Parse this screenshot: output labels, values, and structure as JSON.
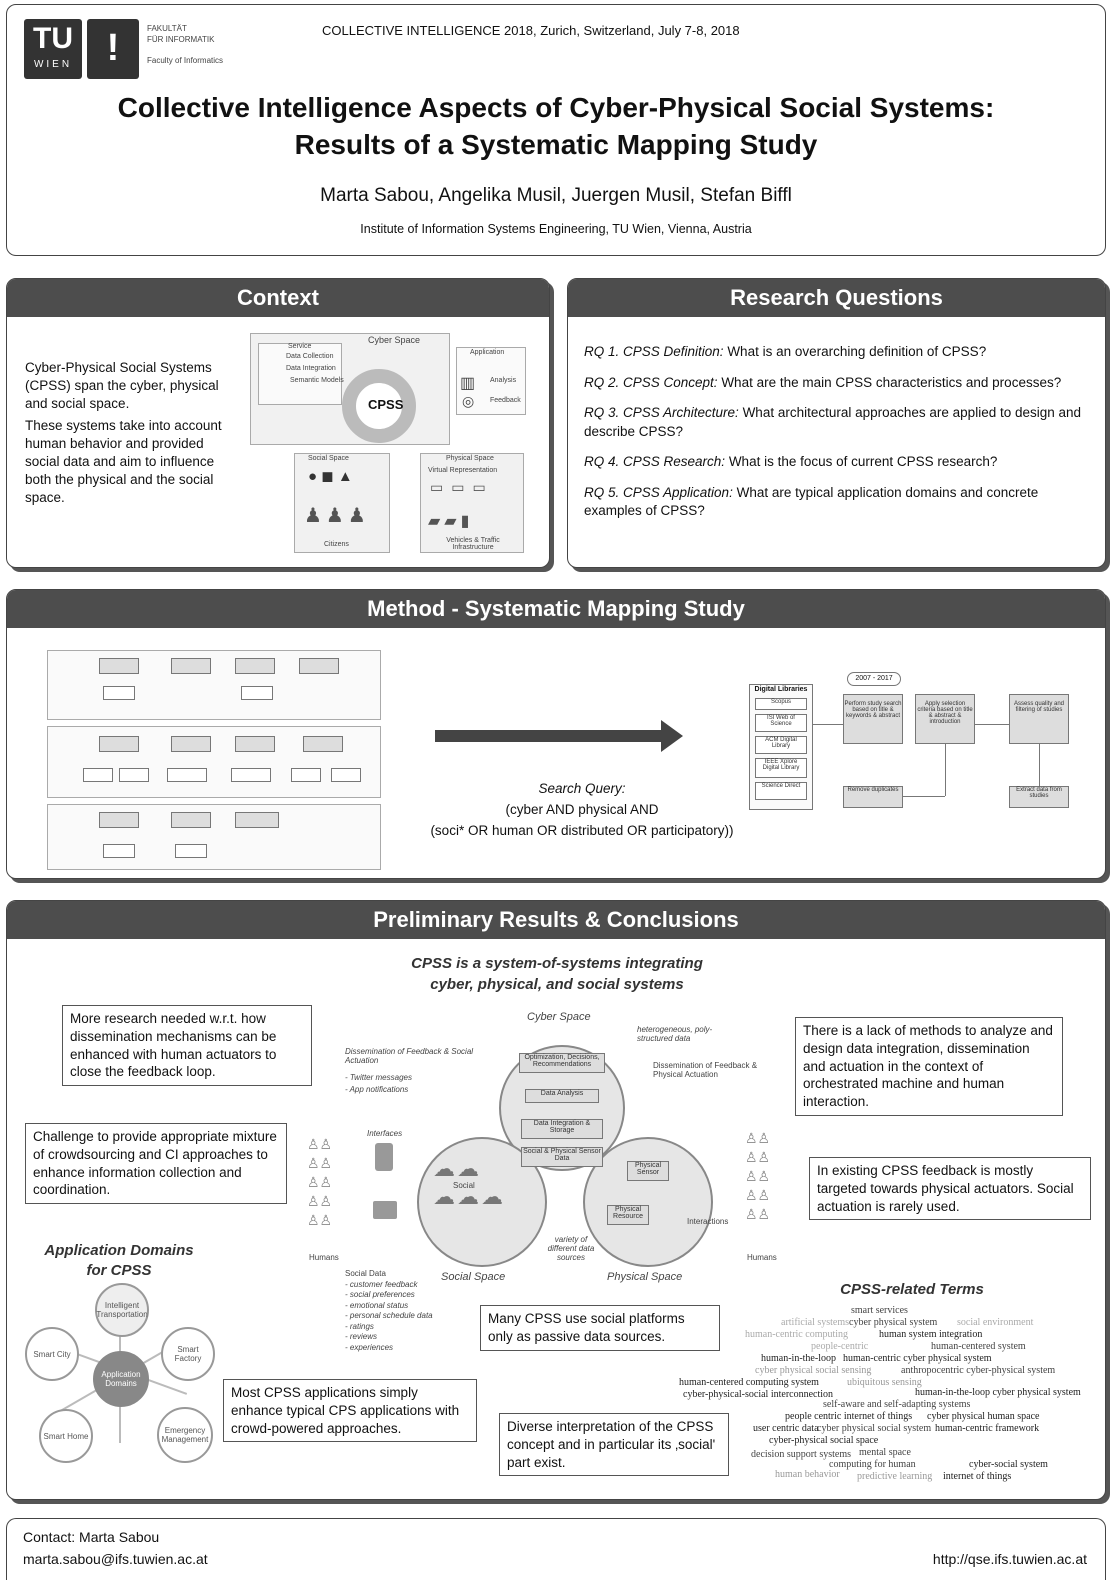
{
  "header": {
    "logo_tu": "TU",
    "logo_wien": "WIEN",
    "faculty_line1": "FAKULTÄT",
    "faculty_line2": "FÜR INFORMATIK",
    "faculty_line3": "Faculty of Informatics",
    "conference": "COLLECTIVE INTELLIGENCE 2018, Zurich, Switzerland, July 7-8, 2018",
    "title_line1": "Collective Intelligence Aspects of Cyber-Physical Social Systems:",
    "title_line2": "Results of a Systematic Mapping Study",
    "authors": "Marta Sabou, Angelika Musil, Juergen Musil, Stefan Biffl",
    "affiliation": "Institute of Information Systems Engineering, TU Wien, Vienna, Austria"
  },
  "context": {
    "heading": "Context",
    "para1": "Cyber-Physical Social Systems (CPSS) span the cyber, physical and social space.",
    "para2": "These systems take into account human behavior and provided social data and aim to influence both the physical and the social space.",
    "diagram": {
      "cyber_space": "Cyber Space",
      "service": "Service",
      "data_collection": "Data Collection",
      "data_integration": "Data Integration",
      "semantic_models": "Semantic Models",
      "application": "Application",
      "analysis": "Analysis",
      "feedback": "Feedback",
      "cpss": "CPSS",
      "social_space": "Social Space",
      "physical_space": "Physical Space",
      "virtual_representation": "Virtual Representation",
      "citizens": "Citizens",
      "vehicles": "Vehicles & Traffic Infrastructure"
    }
  },
  "rq": {
    "heading": "Research Questions",
    "items": [
      {
        "label": "RQ 1. CPSS Definition:",
        "text": " What is an overarching definition of CPSS?"
      },
      {
        "label": "RQ 2. CPSS Concept:",
        "text": " What are the main CPSS characteristics and processes?"
      },
      {
        "label": "RQ 3. CPSS Architecture:",
        "text": " What architectural approaches are applied to design and describe CPSS?"
      },
      {
        "label": "RQ 4. CPSS Research:",
        "text": " What is the focus of current CPSS research?"
      },
      {
        "label": "RQ 5. CPSS Application:",
        "text": " What are typical application domains and concrete examples of CPSS?"
      }
    ]
  },
  "method": {
    "heading": "Method - Systematic Mapping Study",
    "query_label": "Search Query:",
    "query_line1": "(cyber AND physical AND",
    "query_line2": "(soci* OR human OR distributed OR participatory))",
    "years": "2007 - 2017",
    "libraries_title": "Digital Libraries",
    "libraries": [
      "Scopus",
      "ISI Web of Science",
      "ACM Digital Library",
      "IEEE Xplore Digital Library",
      "Science Direct"
    ],
    "step1": "Perform study search based on title & keywords & abstract",
    "step2": "Remove duplicates",
    "step3": "Apply selection criteria based on title & abstract & introduction",
    "step4": "Assess quality and filtering of studies",
    "step5": "Extract data from studies"
  },
  "results": {
    "heading": "Preliminary Results & Conclusions",
    "center_title_line1": "CPSS is a system-of-systems integrating",
    "center_title_line2": "cyber, physical, and social systems",
    "note_research": "More research needed w.r.t. how dissemination mechanisms can be enhanced with human actuators to close the feedback loop.",
    "note_challenge": "Challenge to provide appropriate mixture of crowdsourcing and CI approaches to enhance information collection and coordination.",
    "note_lack": "There is a lack of methods to analyze and design data integration, dissemination and actuation in the context of orchestrated machine and human interaction.",
    "note_feedback": "In existing CPSS feedback is mostly targeted towards physical actuators. Social actuation is rarely used.",
    "note_platforms": "Many CPSS use social platforms only as passive data sources.",
    "note_applications": "Most CPSS applications simply enhance typical CPS applications with crowd-powered approaches.",
    "note_diverse": "Diverse interpretation of the CPSS concept and in particular its ‚social' part exist.",
    "app_domains_title_line1": "Application Domains",
    "app_domains_title_line2": "for CPSS",
    "app_domains_center": "Application Domains",
    "app_domains": [
      "Intelligent Transportation",
      "Smart Factory",
      "Emergency Management",
      "Smart Home",
      "Smart City"
    ],
    "terms_title": "CPSS-related Terms",
    "terms": [
      "smart services",
      "artificial systems",
      "cyber physical system",
      "social environment",
      "human-centric computing",
      "human system integration",
      "people-centric",
      "human-centered system",
      "human-in-the-loop",
      "human-centric cyber physical system",
      "cyber physical social sensing",
      "anthropocentric cyber-physical system",
      "human-centered computing system",
      "ubiquitous sensing",
      "human-in-the-loop cyber physical system",
      "cyber-physical-social interconnection",
      "self-aware and self-adapting systems",
      "people centric internet of things",
      "cyber physical human space",
      "user centric data",
      "cyber physical social system",
      "human-centric framework",
      "cyber-physical social space",
      "decision support systems",
      "mental space",
      "computing for human",
      "cyber-social system",
      "human behavior",
      "predictive learning",
      "internet of things"
    ],
    "diagram": {
      "cyber_space": "Cyber Space",
      "social_space": "Social Space",
      "physical_space": "Physical Space",
      "optimization": "Optimization, Decisions, Recommendations",
      "data_analysis": "Data Analysis",
      "data_integration": "Data Integration & Storage",
      "sensor_data": "Social & Physical Sensor Data",
      "heterogeneous": "heterogeneous, poly-structured data",
      "dissemination": "Dissemination of Feedback & Social Actuation",
      "twitter": "- Twitter messages",
      "app_notifications": "- App notifications",
      "physical_actuation": "Dissemination of Feedback & Physical Actuation",
      "interfaces": "Interfaces",
      "social": "Social",
      "physical_sensor": "Physical Sensor",
      "physical_resource": "Physical Resource",
      "interactions": "Interactions",
      "humans_left": "Humans",
      "humans_right": "Humans",
      "variety": "variety of different data sources",
      "social_data_title": "Social Data",
      "social_data_items": [
        "- customer feedback",
        "- social preferences",
        "- emotional status",
        "- personal schedule data",
        "- ratings",
        "- reviews",
        "- experiences"
      ]
    }
  },
  "footer": {
    "contact": "Contact: Marta Sabou",
    "email": "marta.sabou@ifs.tuwien.ac.at",
    "url": "http://qse.ifs.tuwien.ac.at"
  }
}
